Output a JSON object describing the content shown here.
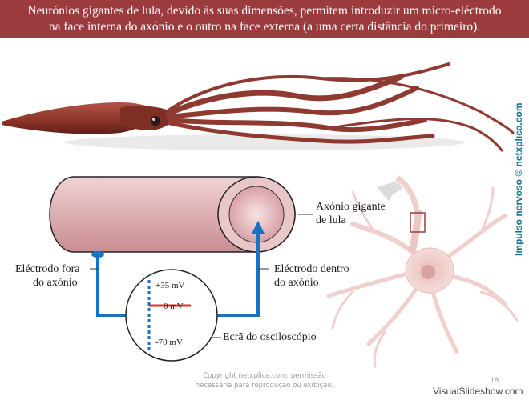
{
  "banner": {
    "line1": "Neurónios gigantes de lula, devido às suas dimensões, permitem introduzir um micro-eléctrodo",
    "line2": "na face interna do axónio e o outro na face externa (a uma certa distância do primeiro)."
  },
  "side_credit": "Impulso nervoso © netxplica.com",
  "labels": {
    "axon_line1": "Axónio gigante",
    "axon_line2": "de lula",
    "electrode_out_line1": "Eléctrodo fora",
    "electrode_out_line2": "do axónio",
    "electrode_in_line1": "Eléctrodo dentro",
    "electrode_in_line2": "do axónio",
    "screen": "Ecrã do osciloscópio"
  },
  "oscilloscope": {
    "top_reading": "+35 mV",
    "zero_reading": "0 mV",
    "bottom_reading": "-70 mV"
  },
  "footer": {
    "copyright_line1": "Copyright netxplica.com: permissão",
    "copyright_line2": "necessária para reprodução ou exibição.",
    "slide_number": "18",
    "watermark": "VisualSlideshow.com"
  },
  "colors": {
    "banner": "#9c3b3e",
    "wire": "#1a72c4",
    "axon": "#d9a8ac",
    "squid": "#8f3a30",
    "neuron": "#f2d5d1",
    "zero_line": "#e0302e"
  }
}
